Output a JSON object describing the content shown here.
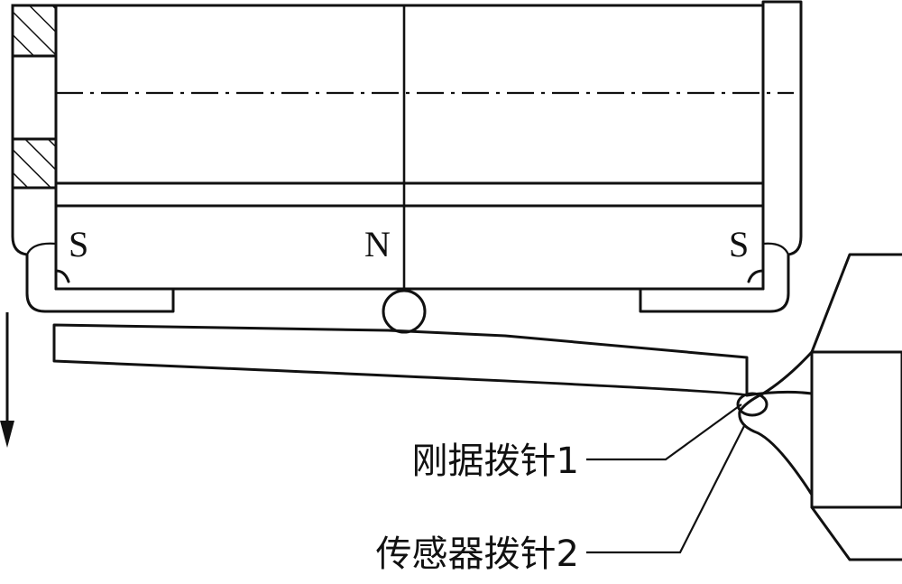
{
  "poles": {
    "left": "S",
    "center": "N",
    "right": "S"
  },
  "callouts": [
    {
      "text": "刚据拨针1"
    },
    {
      "text": "传感器拨针2"
    }
  ]
}
